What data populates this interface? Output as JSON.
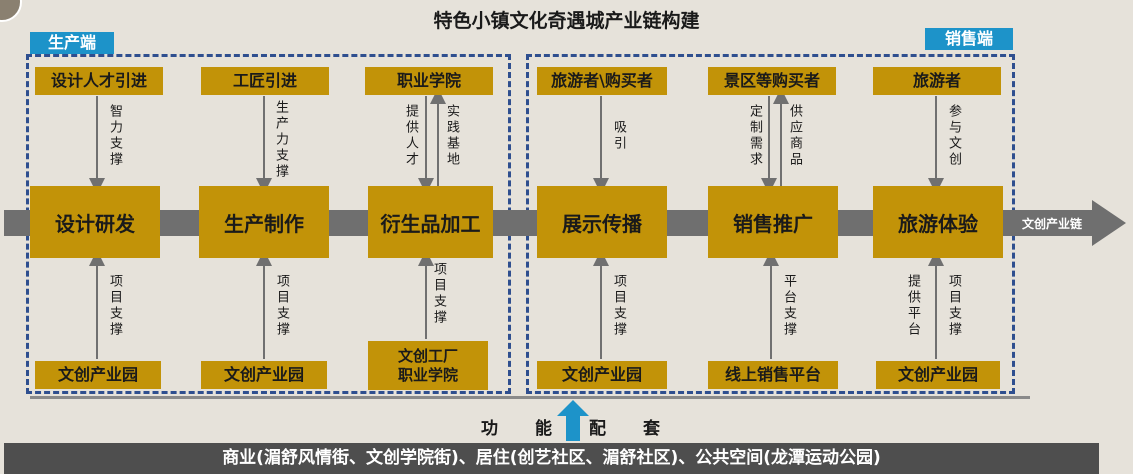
{
  "title": "特色小镇文化奇遇城产业链构建",
  "production_tag": "生产端",
  "sales_tag": "销售端",
  "chain_label": "文创产业链",
  "top_inputs": [
    "设计人才引进",
    "工匠引进",
    "职业学院",
    "旅游者\\购买者",
    "景区等购买者",
    "旅游者"
  ],
  "core_stages": [
    "设计研发",
    "生产制作",
    "衍生品加工",
    "展示传播",
    "销售推广",
    "旅游体验"
  ],
  "bottom_supports": [
    "文创产业园",
    "文创产业园",
    "文创工厂",
    "文创产业园",
    "线上销售平台",
    "文创产业园"
  ],
  "bottom_support_third_line2": "职业学院",
  "top_links": {
    "l1": "智力支撑",
    "l2": "生产力支撑",
    "l3_down": "提供人才",
    "l3_up": "实践基地",
    "l4": "吸引",
    "l5_down": "定制需求",
    "l5_up": "供应商品",
    "l6": "参与文创"
  },
  "bottom_links": {
    "b1": "项目支撑",
    "b2": "项目支撑",
    "b3": "项目支撑",
    "b4": "项目支撑",
    "b5": "平台支撑",
    "b6_left": "提供平台",
    "b6_right": "项目支撑"
  },
  "function_label": [
    "功",
    "能",
    "配",
    "套"
  ],
  "bottom_bar": "商业(湄舒风情街、文创学院街)、居住(创艺社区、湄舒社区)、公共空间(龙潭运动公园)",
  "colors": {
    "background": "#e6e2da",
    "gold_box": "#c29308",
    "tag_blue": "#1d93c9",
    "dash_border": "#2f4f8f",
    "chain_bar": "#6f6f6f",
    "bottom_bar": "#4e4e4e",
    "up_arrow": "#1d93c9"
  }
}
